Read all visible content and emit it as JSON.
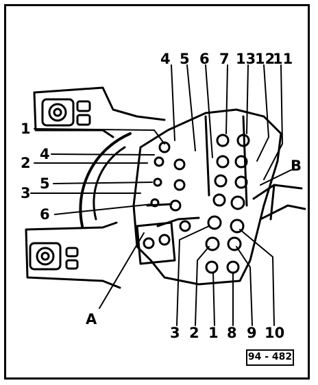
{
  "callouts": {
    "top": [
      "4",
      "5",
      "6",
      "7",
      "13",
      "12",
      "11"
    ],
    "left": [
      "1",
      "4",
      "2",
      "5",
      "3",
      "6"
    ],
    "bottom": [
      "3",
      "2",
      "1",
      "8",
      "9",
      "10"
    ],
    "letters": [
      "A",
      "B"
    ]
  },
  "figure_ref": "94 - 482"
}
